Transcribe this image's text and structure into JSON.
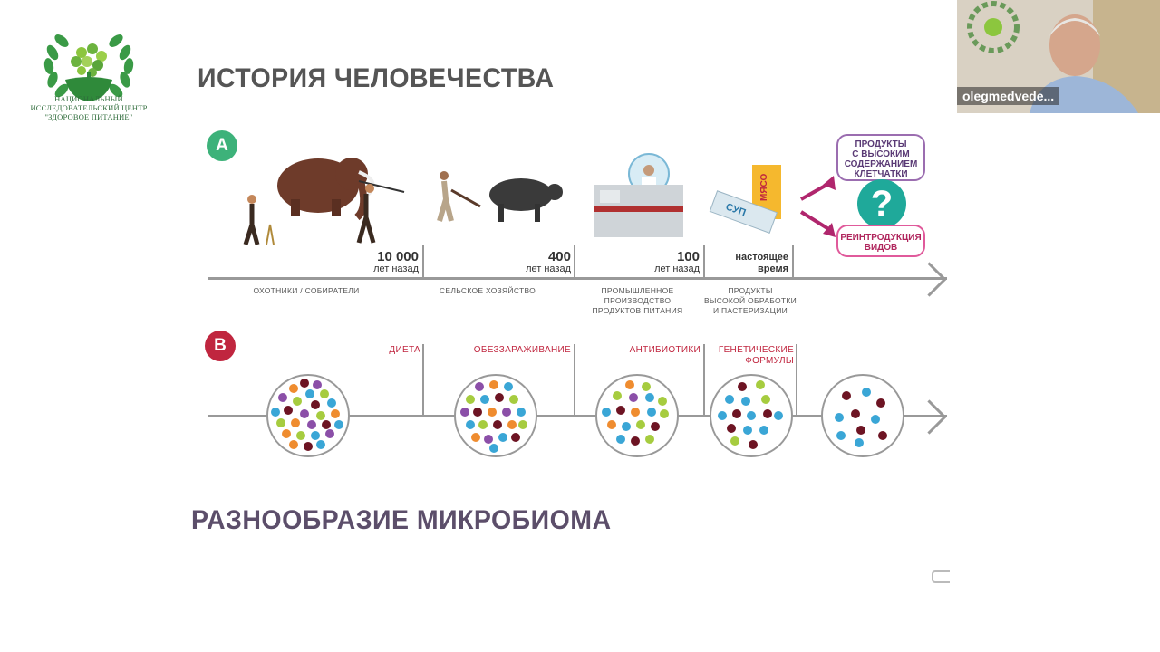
{
  "slide": {
    "logo": {
      "line1": "НАЦИОНАЛЬНЫЙ",
      "line2": "ИССЛЕДОВАТЕЛЬСКИЙ ЦЕНТР",
      "line3": "\"ЗДОРОВОЕ ПИТАНИЕ\""
    },
    "title": "ИСТОРИЯ ЧЕЛОВЕЧЕСТВА",
    "subtitle": "РАЗНООБРАЗИЕ МИКРОБИОМА",
    "section_a": {
      "badge": "А",
      "markers": [
        {
          "year": "10 000",
          "ago": "лет назад"
        },
        {
          "year": "400",
          "ago": "лет назад"
        },
        {
          "year": "100",
          "ago": "лет назад"
        },
        {
          "year": "настоящее",
          "ago": "время"
        }
      ],
      "eras": [
        {
          "line1": "ОХОТНИКИ / СОБИРАТЕЛИ",
          "line2": "",
          "line3": ""
        },
        {
          "line1": "СЕЛЬСКОЕ ХОЗЯЙСТВО",
          "line2": "",
          "line3": ""
        },
        {
          "line1": "ПРОМЫШЛЕННОЕ",
          "line2": "ПРОИЗВОДСТВО",
          "line3": "ПРОДУКТОВ ПИТАНИЯ"
        },
        {
          "line1": "ПРОДУКТЫ",
          "line2": "ВЫСОКОЙ ОБРАБОТКИ",
          "line3": "И ПАСТЕРИЗАЦИИ"
        }
      ],
      "future": {
        "fiber": [
          "ПРОДУКТЫ",
          "С ВЫСОКИМ",
          "СОДЕРЖАНИЕМ",
          "КЛЕТЧАТКИ"
        ],
        "question": "?",
        "reintro": [
          "РЕИНТРОДУКЦИЯ",
          "ВИДОВ"
        ]
      },
      "package_labels": {
        "meat": "МЯСО",
        "soup": "СУП"
      }
    },
    "section_b": {
      "badge": "В",
      "factors": [
        {
          "line1": "ДИЕТА",
          "line2": ""
        },
        {
          "line1": "ОБЕЗЗАРАЖИВАНИЕ",
          "line2": ""
        },
        {
          "line1": "АНТИБИОТИКИ",
          "line2": ""
        },
        {
          "line1": "ГЕНЕТИЧЕСКИЕ",
          "line2": "ФОРМУЛЫ"
        }
      ],
      "dot_colors": {
        "purple": "#8b4fa8",
        "blue": "#3aa6d6",
        "green": "#a6cc3f",
        "orange": "#ef8c2f",
        "maroon": "#6d1423"
      }
    }
  },
  "video": {
    "name": "olegmedvede..."
  }
}
